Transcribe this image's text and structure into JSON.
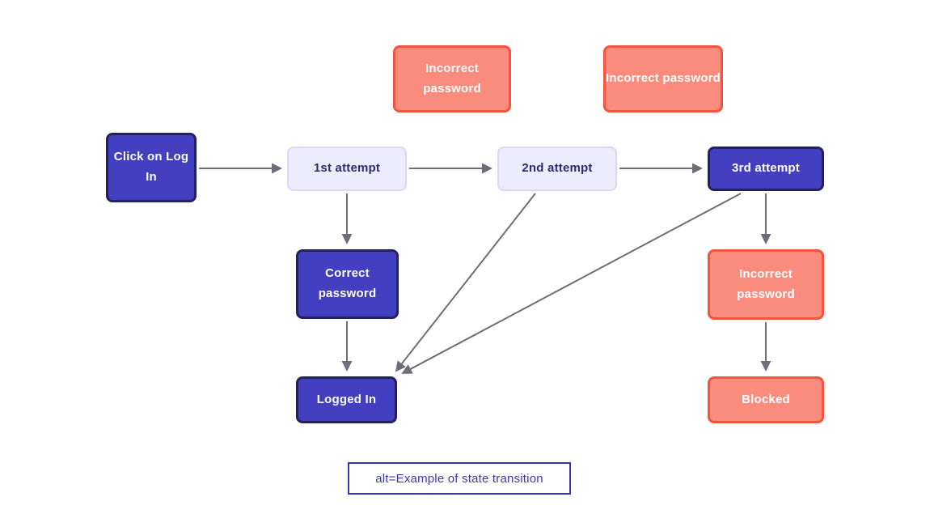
{
  "diagram": {
    "nodes": {
      "click_login": "Click on Log In",
      "attempt1": "1st attempt",
      "attempt2": "2nd attempt",
      "attempt3": "3rd attempt",
      "incorrect_top1": "Incorrect password",
      "incorrect_top2": "Incorrect password",
      "correct_password": "Correct password",
      "logged_in": "Logged In",
      "incorrect_right": "Incorrect password",
      "blocked": "Blocked"
    },
    "caption": "alt=Example of state transition",
    "colors": {
      "primary_fill": "#423fc1",
      "primary_border": "#23215e",
      "light_fill": "#edecfc",
      "light_border": "#d9d6f7",
      "light_text": "#2d2a72",
      "salmon_fill": "#fb8c7d",
      "salmon_border": "#f1543f",
      "arrow": "#6e6d79",
      "caption_border": "#3734b5",
      "caption_text": "#3c39ae"
    }
  }
}
